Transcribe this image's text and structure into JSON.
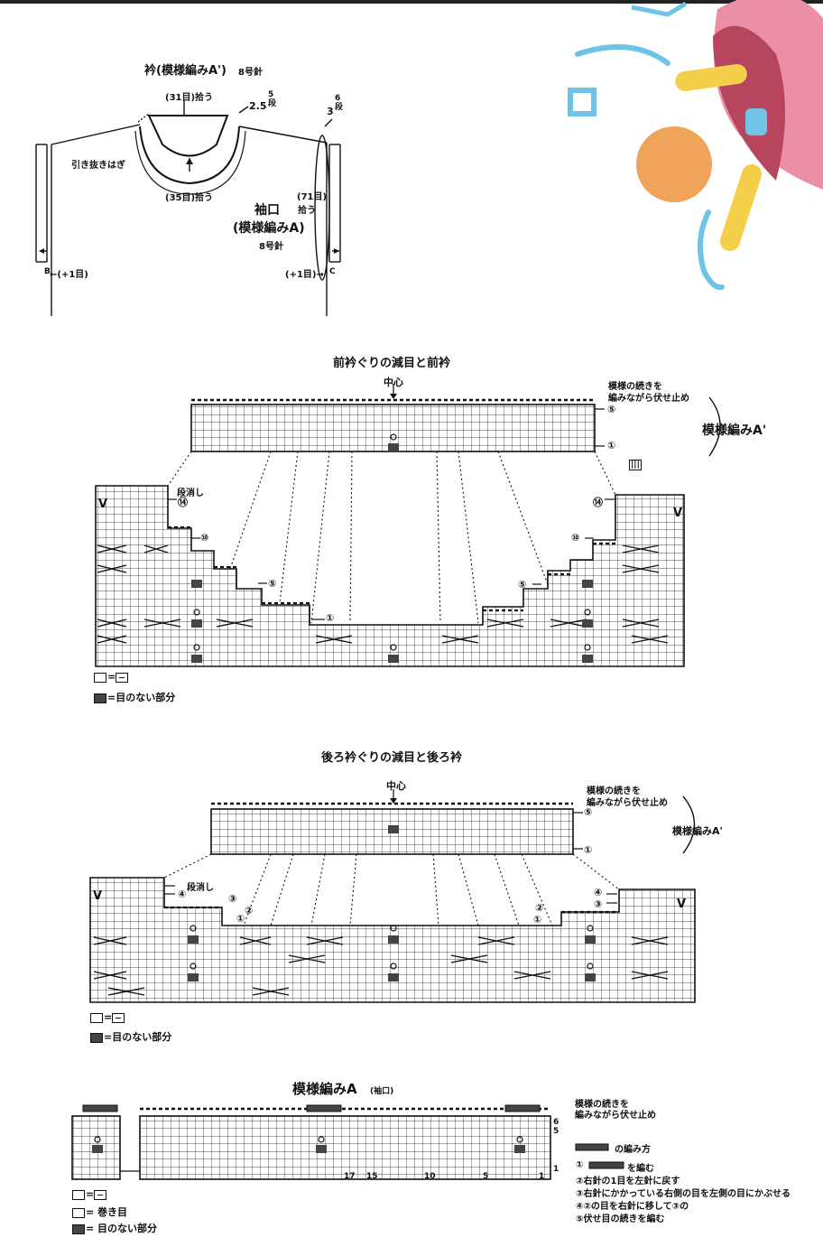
{
  "colors": {
    "ink": "#111111",
    "dark_cell": "#444444",
    "deco_pink": "#EC8FA6",
    "deco_red": "#B8455E",
    "deco_blue": "#6EC3E6",
    "deco_yellow": "#F4D04A",
    "deco_orange": "#F0A35A"
  },
  "schematic": {
    "collar_title": "衿(模様編みA')",
    "collar_needle": "8号針",
    "pick_top": "(31目)拾う",
    "rows_left": "2.5",
    "rows_left_frac": "5段",
    "rows_right": "3",
    "rows_right_frac": "6段",
    "seam_label": "引き抜きはぎ",
    "pick_bottom": "(35目)拾う",
    "cuff_pick_top": "(71目)",
    "cuff_pick_bottom": "拾う",
    "cuff_title_1": "袖口",
    "cuff_title_2": "(模様編みA)",
    "cuff_needle": "8号針",
    "plus_left": "←(+1目)",
    "plus_right": "(+1目)→",
    "mark_b": "B",
    "mark_c": "C"
  },
  "front": {
    "title": "前衿ぐりの減目と前衿",
    "center": "中心",
    "bindoff_1": "模様の続きを",
    "bindoff_2": "編みながら伏せ止め",
    "pattern_label": "模様編みA'",
    "row5": "⑤",
    "row1": "①",
    "short_row": "段消し",
    "row14": "⑭",
    "row10": "⑩",
    "v_mark": "V",
    "small_mark": "|||"
  },
  "back": {
    "title": "後ろ衿ぐりの減目と後ろ衿",
    "center": "中心",
    "bindoff_1": "模様の続きを",
    "bindoff_2": "編みながら伏せ止め",
    "pattern_label": "模様編みA'",
    "row5": "⑤",
    "row1": "①",
    "short_row": "段消し",
    "row4": "④",
    "row3": "③",
    "row2": "②",
    "v_mark": "V"
  },
  "legend": {
    "blank_eq": "=",
    "minus_text": "",
    "no_stitch": "=目のない部分"
  },
  "cuff": {
    "title": "模様編みA",
    "title_small": "(袖口)",
    "bindoff_1": "模様の続きを",
    "bindoff_2": "編みながら伏せ止め",
    "row_numbers": [
      "6",
      "5",
      "1"
    ],
    "col_numbers": [
      "17",
      "15",
      "10",
      "5",
      "1"
    ],
    "howto_title": "の編み方",
    "steps": [
      "①",
      "を編む",
      "②右針の1目を左針に戻す",
      "③右針にかかっている右側の目を左側の目にかぶせる",
      "④②の目を右針に移して③の",
      "⑤伏せ目の続きを編む"
    ],
    "legend_wrap": "= 巻き目",
    "legend_nostitch": "= 目のない部分"
  }
}
